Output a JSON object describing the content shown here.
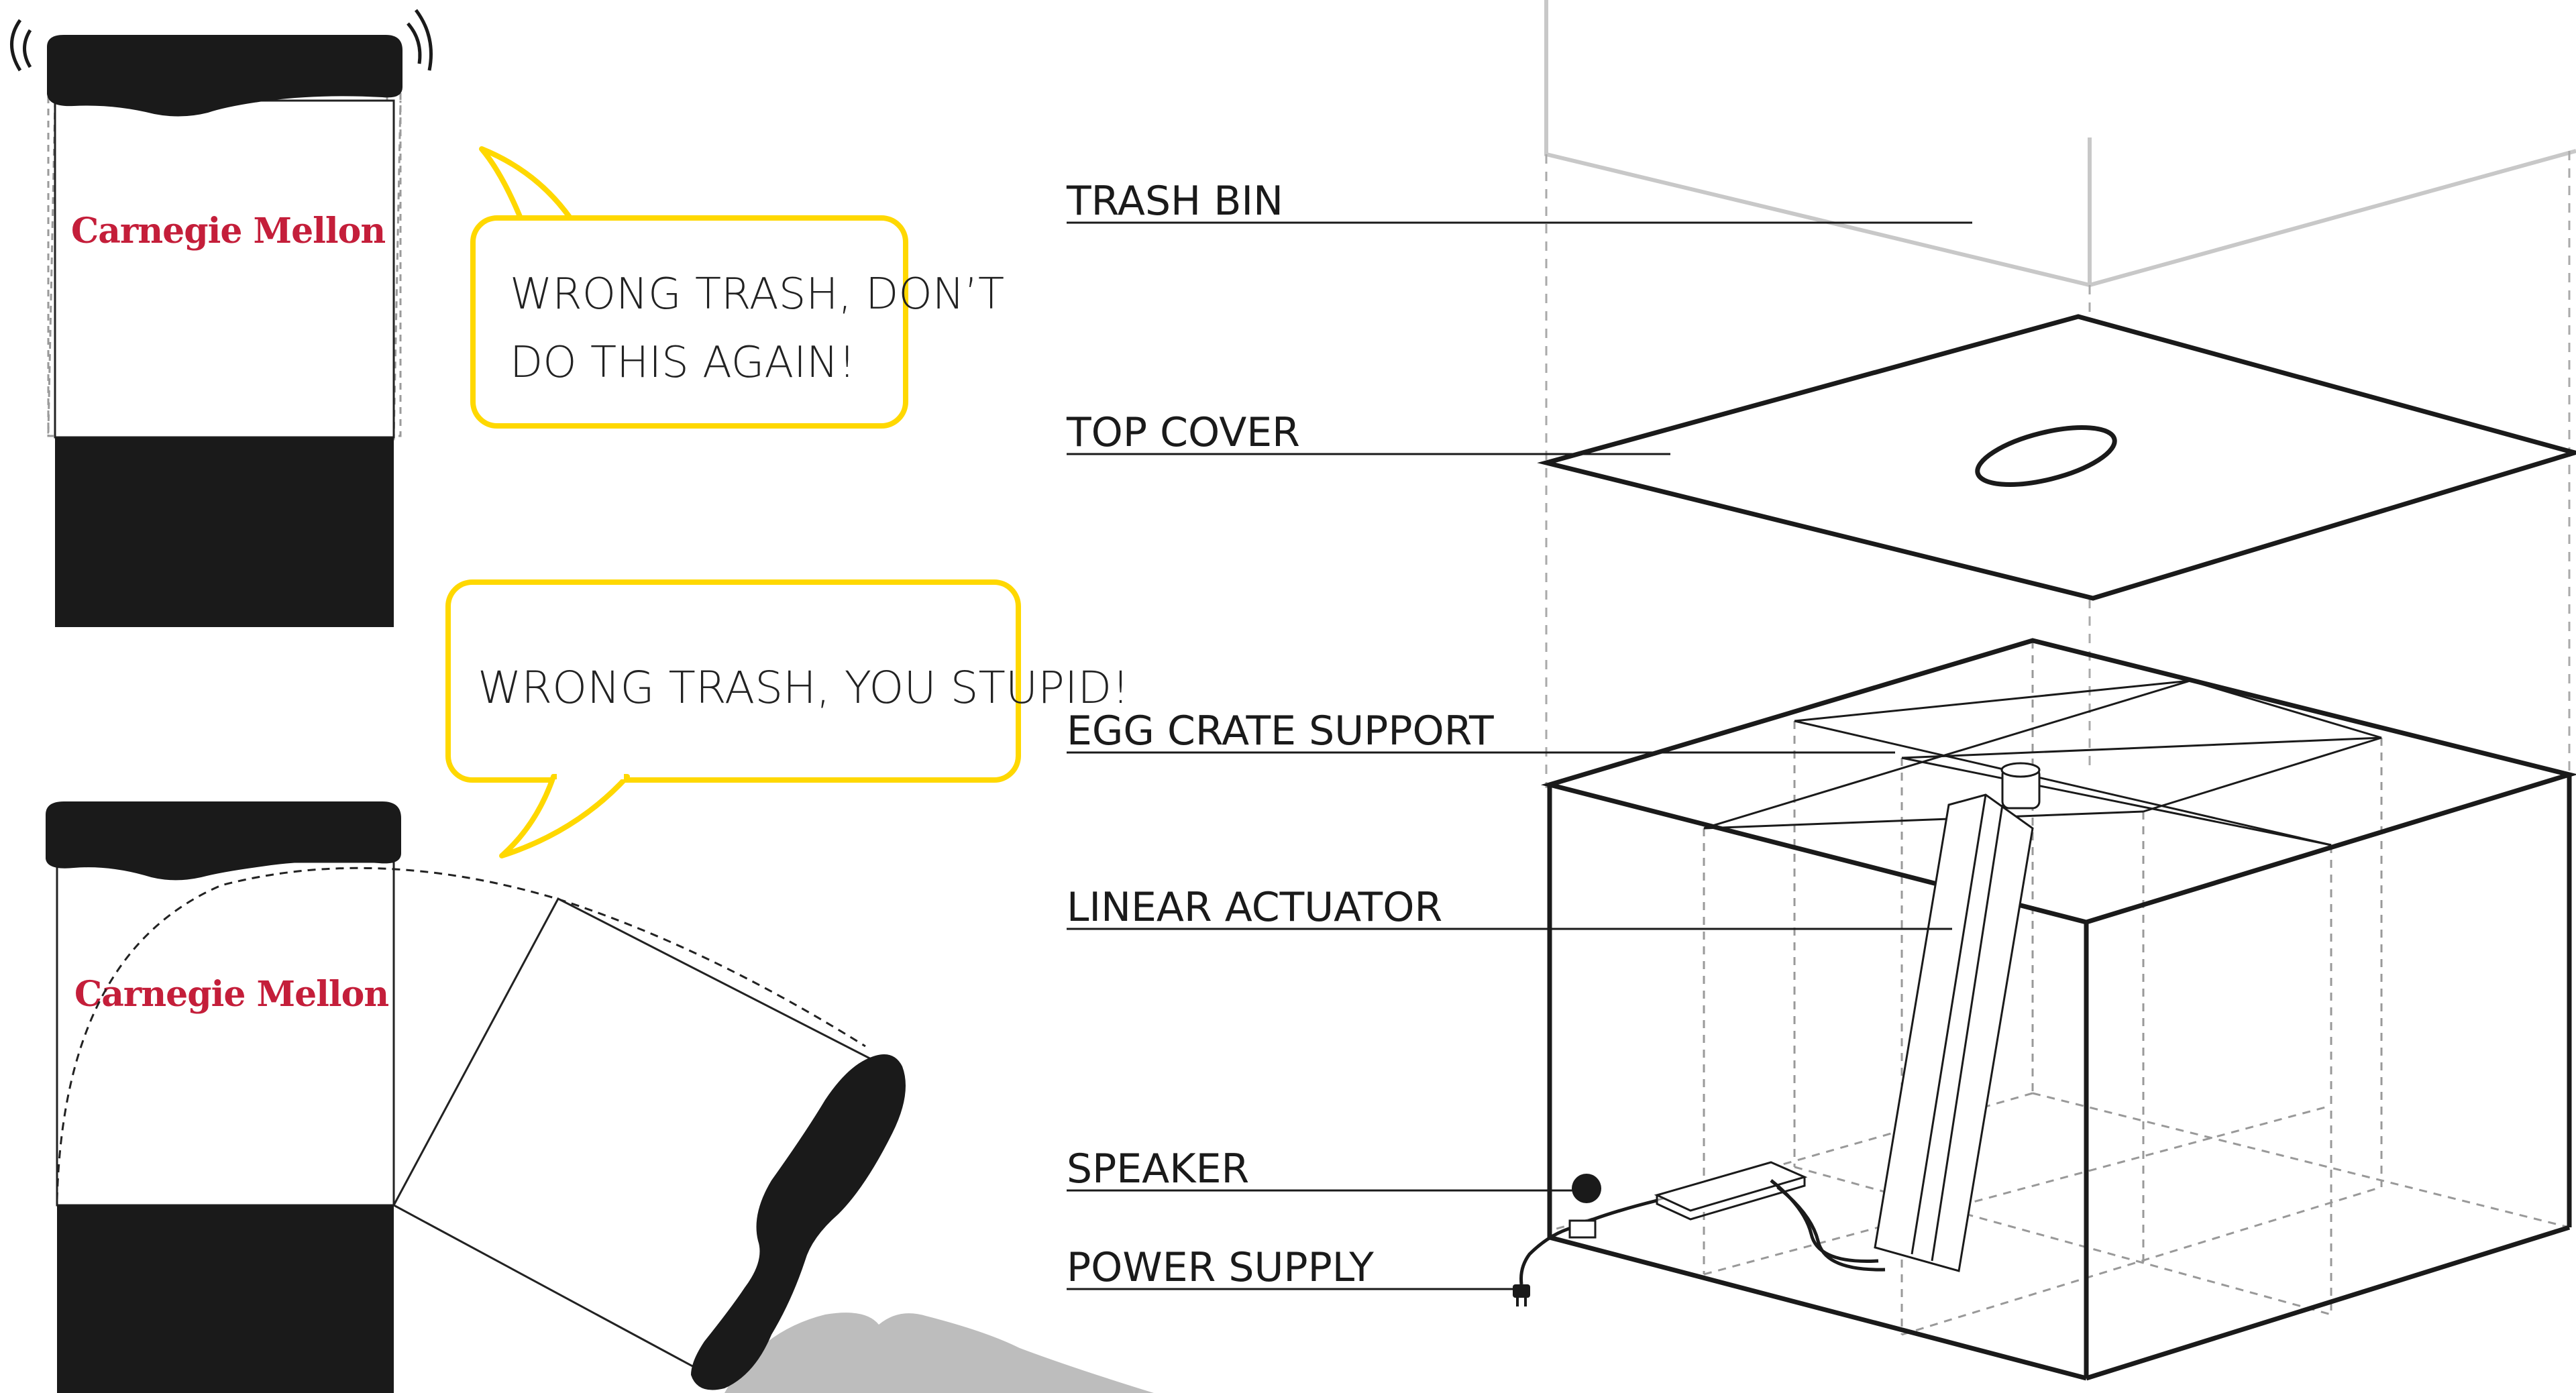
{
  "brand": {
    "name": "Carnegie Mellon",
    "color": "#c41e3a"
  },
  "bubbles": {
    "top": {
      "line1": "WRONG TRASH, DON’T",
      "line2": "DO THIS AGAIN!"
    },
    "bottom": {
      "line1": "WRONG TRASH, YOU STUPID!"
    },
    "border_color": "#ffd800"
  },
  "labels": {
    "trash_bin": "TRASH BIN",
    "top_cover": "TOP COVER",
    "egg_crate_support": "EGG CRATE SUPPORT",
    "linear_actuator": "LINEAR ACTUATOR",
    "speaker": "SPEAKER",
    "power_supply": "POWER SUPPLY"
  },
  "colors": {
    "ink": "#1a1a1a",
    "ghost": "#c8c8c8",
    "spill": "#bdbdbd"
  }
}
